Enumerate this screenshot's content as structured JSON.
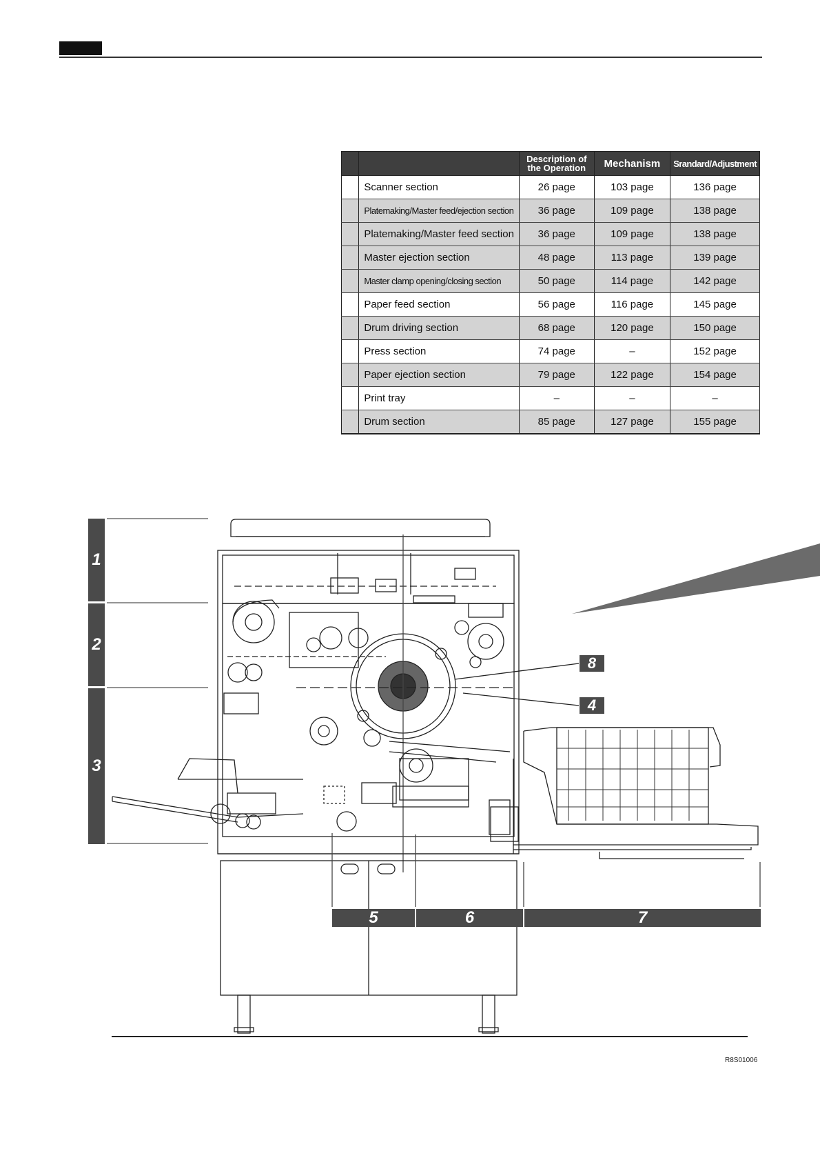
{
  "table": {
    "headers": {
      "blank": "",
      "section": "",
      "description": "Description of the Operation",
      "mechanism": "Mechanism",
      "standard": "Srandard/Adjustment"
    },
    "rows": [
      {
        "section": "Scanner section",
        "description": "26 page",
        "mechanism": "103 page",
        "standard": "136 page"
      },
      {
        "section": "Platemaking/Master feed/ejection section",
        "description": "36 page",
        "mechanism": "109 page",
        "standard": "138 page"
      },
      {
        "section": "Platemaking/Master feed section",
        "description": "36 page",
        "mechanism": "109 page",
        "standard": "138 page"
      },
      {
        "section": "Master ejection section",
        "description": "48 page",
        "mechanism": "113 page",
        "standard": "139 page"
      },
      {
        "section": "Master clamp opening/closing section",
        "description": "50 page",
        "mechanism": "114 page",
        "standard": "142 page"
      },
      {
        "section": "Paper feed section",
        "description": "56 page",
        "mechanism": "116 page",
        "standard": "145 page"
      },
      {
        "section": "Drum driving section",
        "description": "68 page",
        "mechanism": "120 page",
        "standard": "150 page"
      },
      {
        "section": "Press section",
        "description": "74 page",
        "mechanism": "–",
        "standard": "152 page"
      },
      {
        "section": "Paper ejection section",
        "description": "79 page",
        "mechanism": "122 page",
        "standard": "154 page"
      },
      {
        "section": "Print tray",
        "description": "–",
        "mechanism": "–",
        "standard": "–"
      },
      {
        "section": "Drum section",
        "description": "85 page",
        "mechanism": "127 page",
        "standard": "155 page"
      }
    ]
  },
  "diagram": {
    "side_labels": [
      "1",
      "2",
      "3"
    ],
    "bottom_labels": [
      "5",
      "6",
      "7"
    ],
    "callouts": [
      "8",
      "4"
    ]
  },
  "figure_code": "R8S01006"
}
